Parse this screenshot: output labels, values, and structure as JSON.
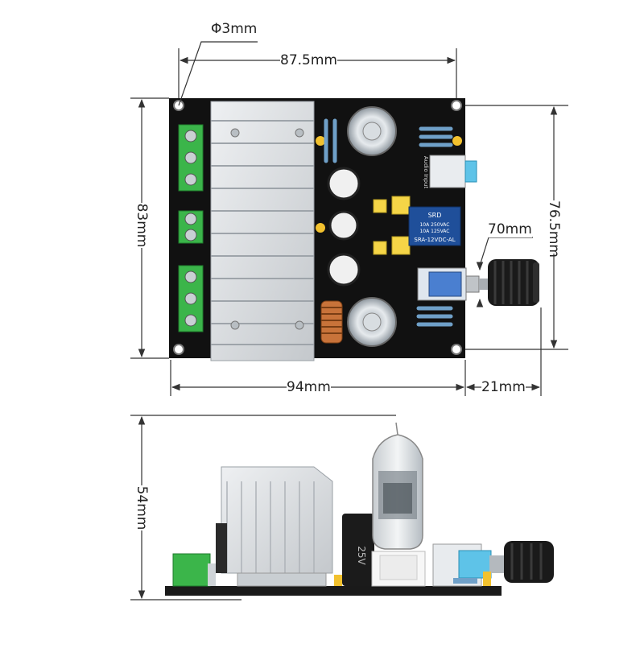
{
  "dimensions": {
    "hole_diameter": "Φ3mm",
    "hole_spacing_width": "87.5mm",
    "board_height": "83mm",
    "hole_spacing_height": "76.5mm",
    "knob_offset": "70mm",
    "board_width": "94mm",
    "knob_protrusion": "21mm",
    "side_height": "54mm"
  },
  "board_text": {
    "relay_brand": "SRD",
    "relay_rating_1": "10A 250VAC",
    "relay_rating_2": "10A 125VAC",
    "relay_model": "SRA-12VDC-AL",
    "audio_label": "Audio Input",
    "tube_side_text": "25V"
  },
  "colors": {
    "pcb": "#111111",
    "heatsink": "#d6d9dc",
    "terminal_green": "#3bb54a",
    "jack_blue": "#5ec3e8",
    "capacitor_yellow": "#f5d547",
    "relay_blue": "#1f4f9a"
  }
}
